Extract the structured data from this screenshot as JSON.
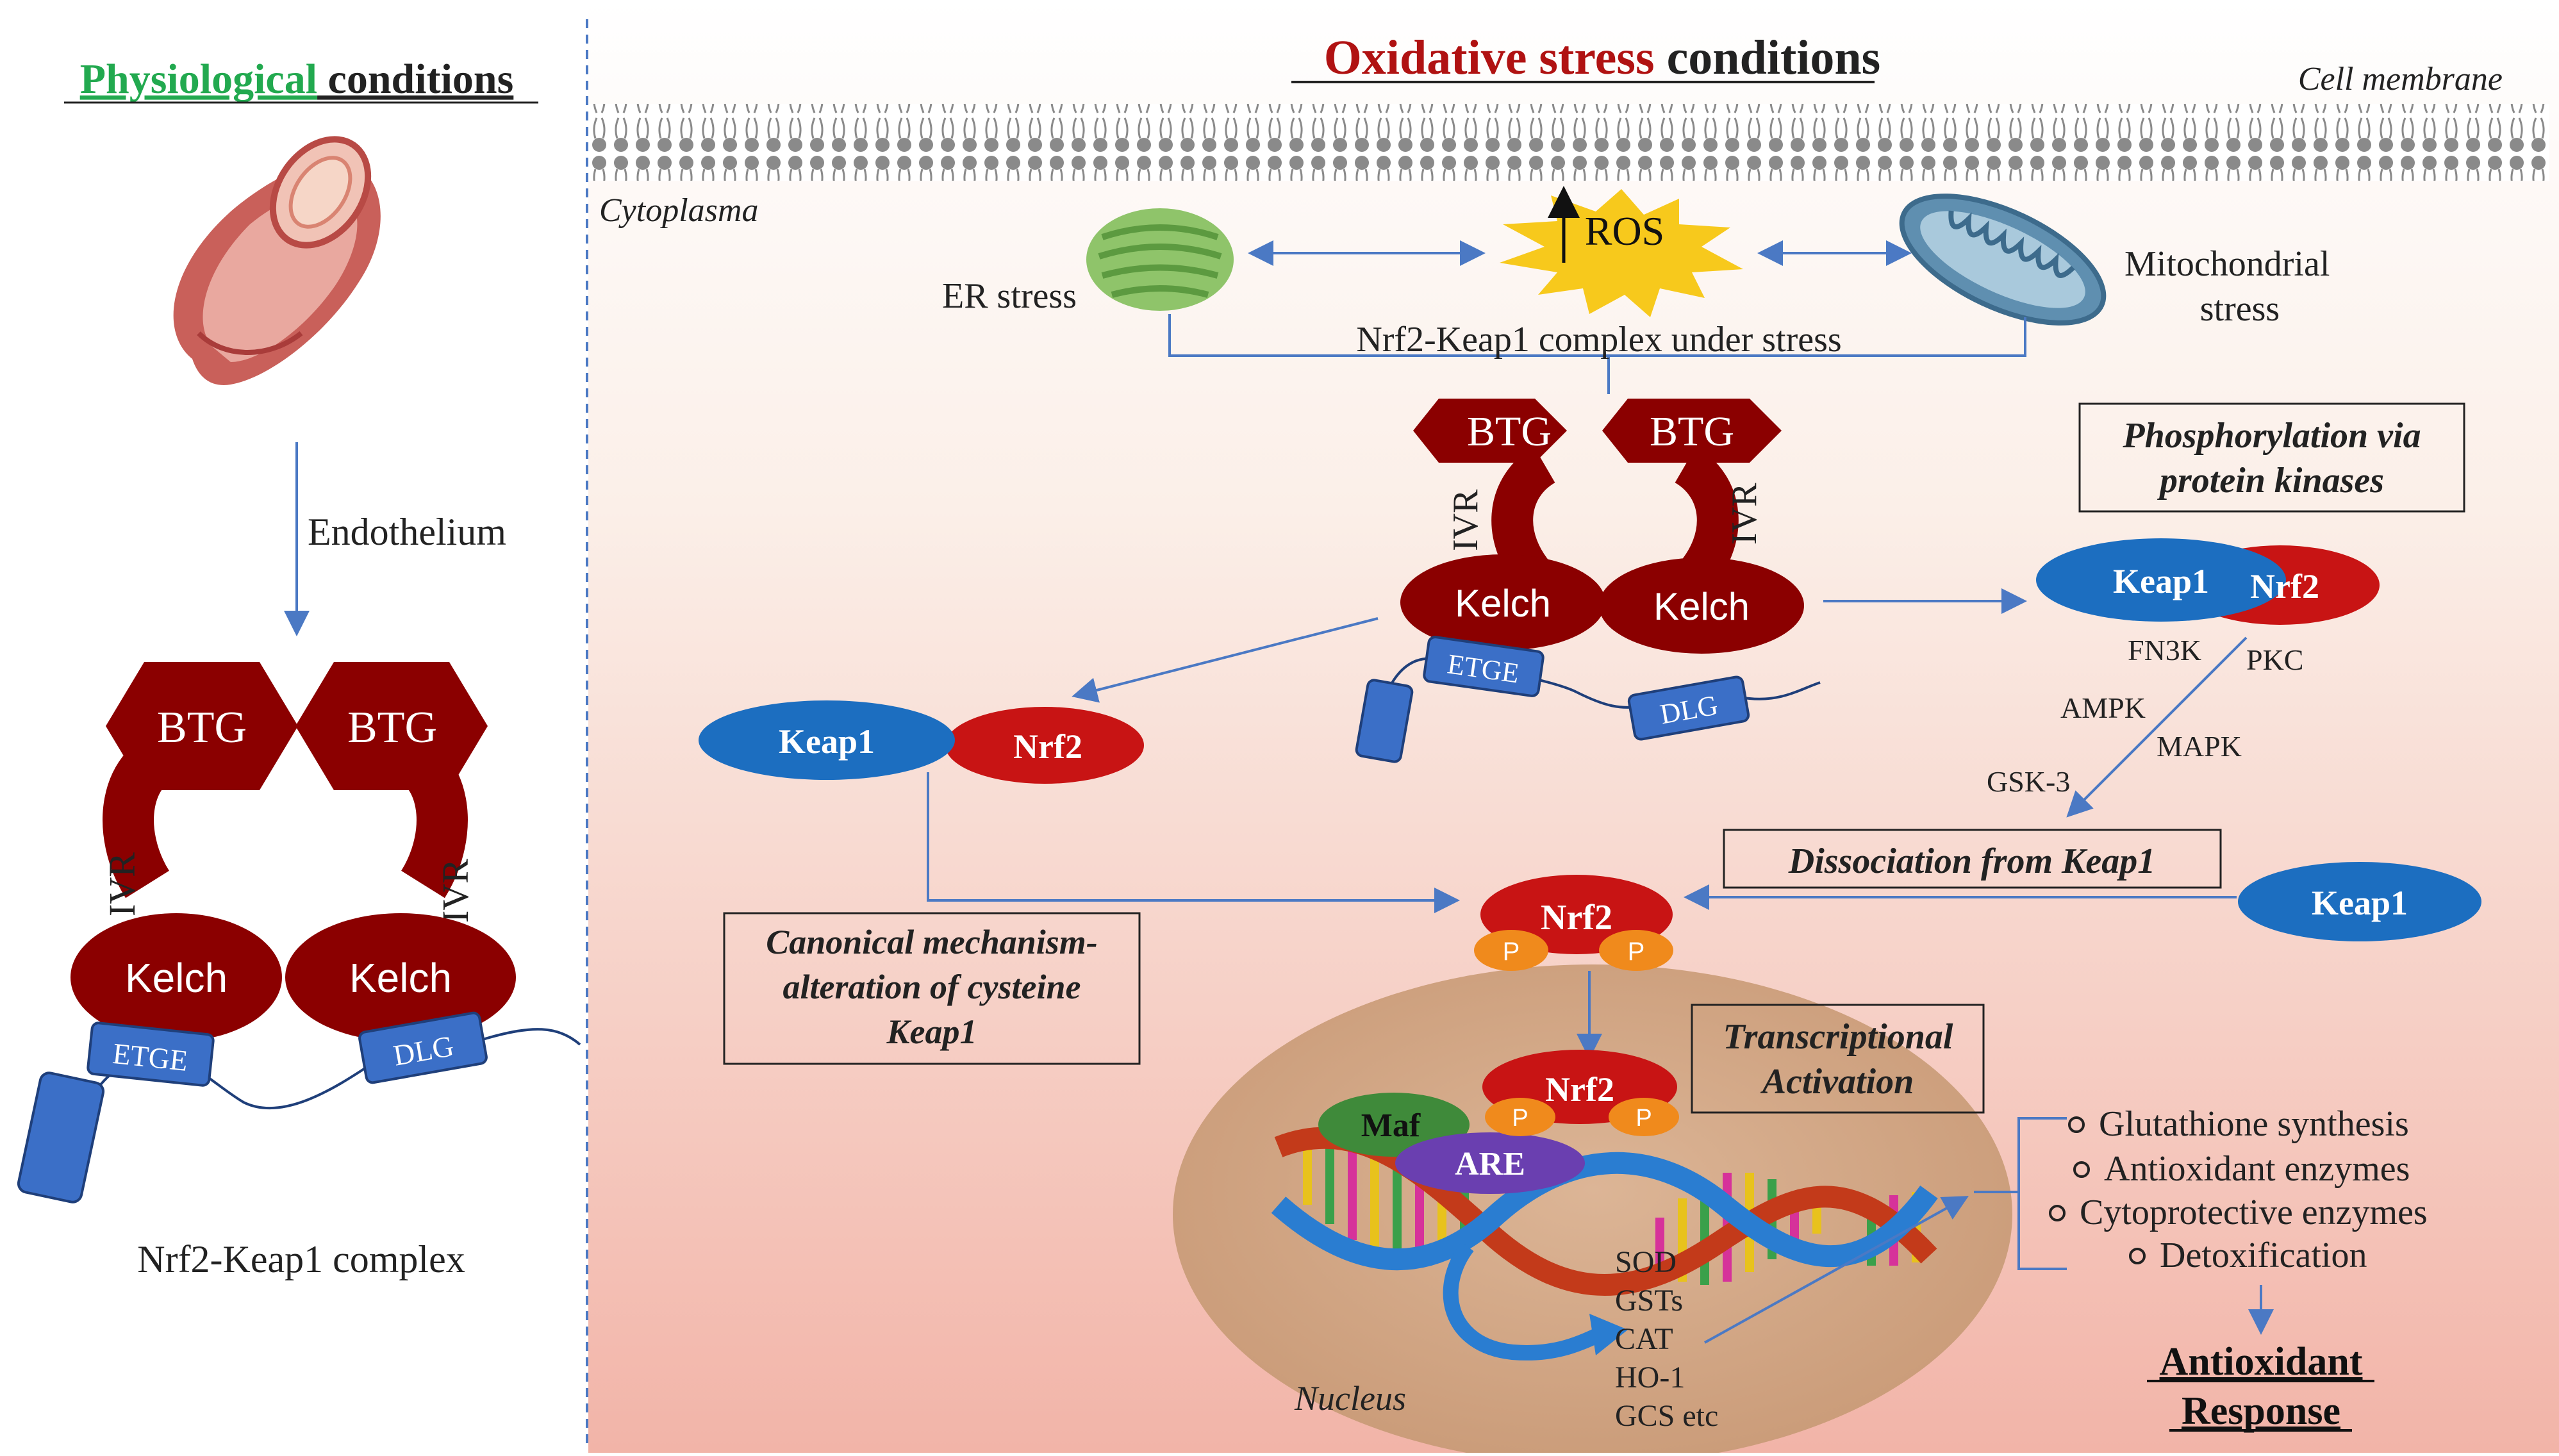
{
  "left_panel": {
    "title_colored": "Physiological",
    "title_rest": " conditions",
    "endothelium_label": "Endothelium",
    "complex": {
      "btg_left": "BTG",
      "btg_right": "BTG",
      "ivr_left": "IVR",
      "ivr_right": "IVR",
      "kelch_left": "Kelch",
      "kelch_right": "Kelch",
      "etge": "ETGE",
      "dlg": "DLG"
    },
    "complex_caption": "Nrf2-Keap1 complex"
  },
  "right_panel": {
    "title_colored": "Oxidative stress",
    "title_rest": " conditions",
    "cell_membrane": "Cell membrane",
    "cytoplasma": "Cytoplasma",
    "ros": "ROS",
    "er_stress": "ER stress",
    "mito_stress_line1": "Mitochondrial",
    "mito_stress_line2": "stress",
    "complex_under_stress": "Nrf2-Keap1 complex under stress",
    "complex": {
      "btg_left": "BTG",
      "btg_right": "BTG",
      "ivr_left": "IVR",
      "ivr_right": "IVR",
      "kelch_left": "Kelch",
      "kelch_right": "Kelch",
      "etge": "ETGE",
      "dlg": "DLG"
    },
    "phospho_box_line1": "Phosphorylation via",
    "phospho_box_line2": "protein kinases",
    "keap1": "Keap1",
    "nrf2": "Nrf2",
    "kinases": {
      "fn3k": "FN3K",
      "pkc": "PKC",
      "ampk": "AMPK",
      "mapk": "MAPK",
      "gsk3": "GSK-3"
    },
    "dissociation_box": "Dissociation from Keap1",
    "canonical_box_line1": "Canonical mechanism-",
    "canonical_box_line2": "alteration of  cysteine",
    "canonical_box_line3": "Keap1",
    "p_label": "P",
    "transcription_box_line1": "Transcriptional",
    "transcription_box_line2": "Activation",
    "maf": "Maf",
    "are": "ARE",
    "nucleus": "Nucleus",
    "genes": [
      "SOD",
      "GSTs",
      "CAT",
      "HO-1",
      "GCS etc"
    ],
    "outcomes": [
      "Glutathione synthesis",
      "Antioxidant enzymes",
      "Cytoprotective enzymes",
      "Detoxification"
    ],
    "response_line1": "Antioxidant",
    "response_line2": "Response"
  },
  "colors": {
    "dark_red": "#8b0000",
    "green_title": "#22a94f",
    "title_red": "#b01212",
    "blue_oval": "#1c6ec0",
    "red_oval": "#c81414",
    "phospho_orange": "#f08a1c",
    "maf_green": "#3f8a3a",
    "are_purple": "#6a3fb0",
    "arrow_blue": "#4b79c4",
    "domain_blue": "#3b6fc7"
  }
}
